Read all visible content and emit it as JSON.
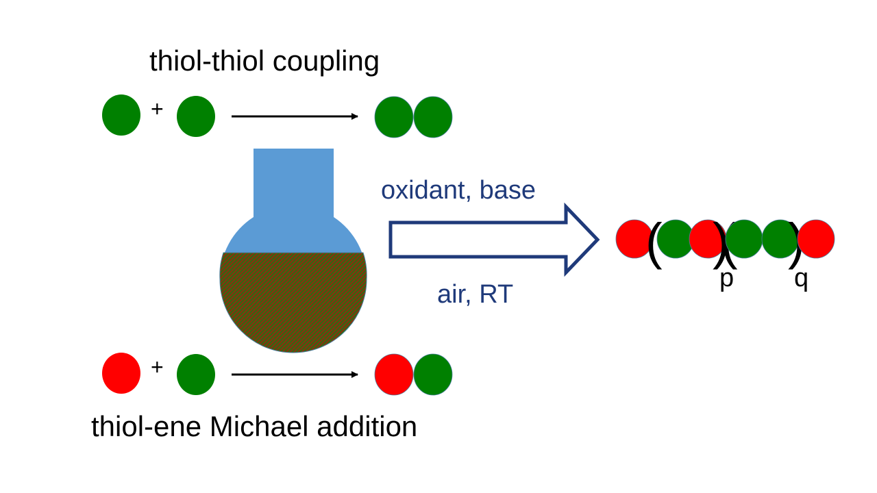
{
  "top_reaction": {
    "title": "thiol-thiol coupling",
    "plus": "+"
  },
  "bottom_reaction": {
    "title": "thiol-ene Michael addition",
    "plus": "+"
  },
  "conditions": {
    "above": "oxidant, base",
    "below": "air, RT"
  },
  "polymer": {
    "open_paren": "(",
    "close_paren": ")",
    "subscript_p": "p",
    "subscript_q": "q"
  },
  "colors": {
    "thiol_green": "#008000",
    "ene_red": "#ff0000",
    "flask_blue": "#5b9bd5",
    "arrow_navy": "#1f3a7a",
    "text_navy": "#1f3a7a"
  }
}
